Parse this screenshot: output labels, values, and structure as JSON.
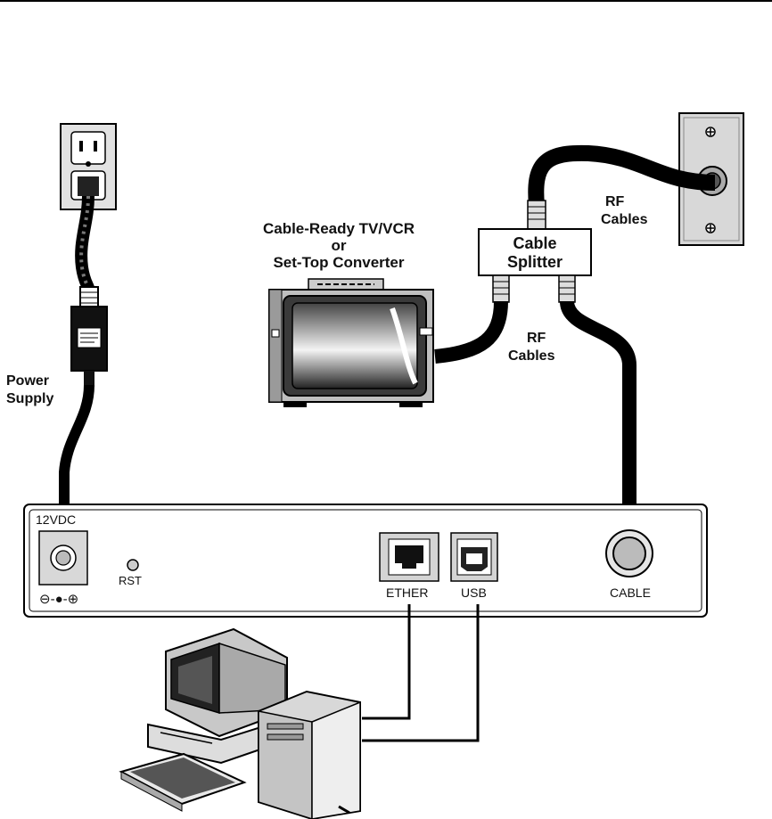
{
  "labels": {
    "power_supply": [
      "Power",
      "Supply"
    ],
    "tv": [
      "Cable-Ready TV/VCR",
      "or",
      "Set-Top Converter"
    ],
    "splitter": [
      "Cable",
      "Splitter"
    ],
    "rf_cables_top": [
      "RF",
      "Cables"
    ],
    "rf_cables_mid": [
      "RF",
      "Cables"
    ]
  },
  "modem": {
    "power_label": "12VDC",
    "reset_label": "RST",
    "ether_label": "ETHER",
    "usb_label": "USB",
    "cable_label": "CABLE",
    "polarity": "⊖-●-⊕"
  },
  "colors": {
    "cable": "#111111",
    "panel_gray": "#d4d4d4",
    "line": "#000000"
  }
}
